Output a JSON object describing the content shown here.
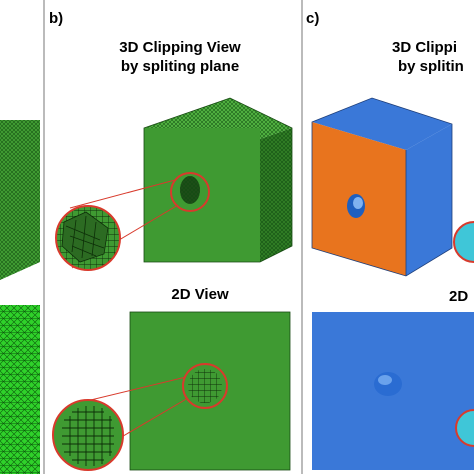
{
  "panels": {
    "b": {
      "label": "b)",
      "title_line1": "3D Clipping View",
      "title_line2": "by spliting plane",
      "subtitle": "2D View"
    },
    "c": {
      "label": "c)",
      "title_line1": "3D Clippi",
      "title_line2": "by splitin",
      "subtitle": "2D"
    }
  },
  "colors": {
    "mesh_green": "#3f9a32",
    "mesh_green_side": "#2f7b24",
    "mesh_green_top": "#4fae3f",
    "bright_mesh": "#2fd12a",
    "zoom_circle": "#d83a2c",
    "solid_blue": "#3a78d8",
    "solid_orange": "#e8741e",
    "solid_cyan": "#3fc6d8",
    "divider": "#777777"
  }
}
